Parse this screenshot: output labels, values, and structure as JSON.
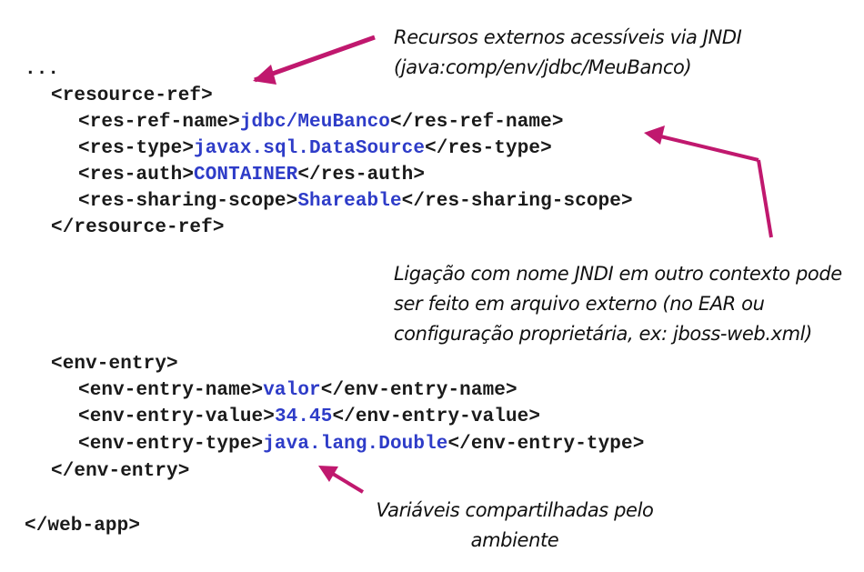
{
  "code": {
    "ellipsis": "...",
    "resource_ref": {
      "open": "<resource-ref>",
      "name_open": "<res-ref-name>",
      "name_value": "jdbc/MeuBanco",
      "name_close": "</res-ref-name>",
      "type_open": "<res-type>",
      "type_value": "javax.sql.DataSource",
      "type_close": "</res-type>",
      "auth_open": "<res-auth>",
      "auth_value": "CONTAINER",
      "auth_close": "</res-auth>",
      "scope_open": "<res-sharing-scope>",
      "scope_value": "Shareable",
      "scope_close": "</res-sharing-scope>",
      "close": "</resource-ref>"
    },
    "env_entry": {
      "open": "<env-entry>",
      "name_open": "<env-entry-name>",
      "name_value": "valor",
      "name_close": "</env-entry-name>",
      "value_open": "<env-entry-value>",
      "value_value": "34.45",
      "value_close": "</env-entry-value>",
      "type_open": "<env-entry-type>",
      "type_value": "java.lang.Double",
      "type_close": "</env-entry-type>",
      "close": "</env-entry>"
    },
    "web_app_close": "</web-app>"
  },
  "annotations": {
    "top": [
      "Recursos externos acessíveis via JNDI",
      "(java:comp/env/jdbc/MeuBanco)"
    ],
    "middle": [
      "Ligação com nome JNDI em outro contexto pode",
      "ser feito em arquivo externo (no EAR ou",
      "configuração proprietária, ex: jboss-web.xml)"
    ],
    "bottom": [
      "Variáveis compartilhadas pelo",
      "ambiente"
    ]
  },
  "colors": {
    "tag_text": "#1a1a1a",
    "value_text": "#2e3cc8",
    "arrow": "#c0186e"
  }
}
